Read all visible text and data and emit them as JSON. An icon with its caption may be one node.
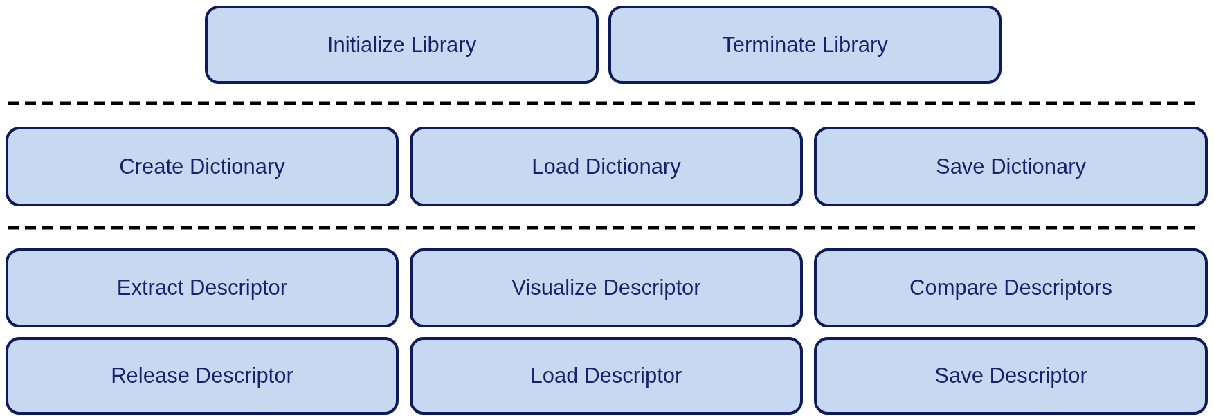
{
  "diagram": {
    "nodes": [
      {
        "text": [
          "Initialize Library"
        ]
      },
      {
        "text": [
          "Terminate Library"
        ]
      },
      {
        "text": [
          "Create Dictionary"
        ]
      },
      {
        "text": [
          "Load Dictionary"
        ]
      },
      {
        "text": [
          "Save Dictionary"
        ]
      },
      {
        "text": [
          "Extract Descriptor"
        ]
      },
      {
        "text": [
          "Visualize Descriptor"
        ]
      },
      {
        "text": [
          "Compare Descriptors"
        ]
      },
      {
        "text": [
          "Release Descriptor"
        ]
      },
      {
        "text": [
          "Load Descriptor"
        ]
      },
      {
        "text": [
          "Save Descriptor"
        ]
      }
    ]
  }
}
